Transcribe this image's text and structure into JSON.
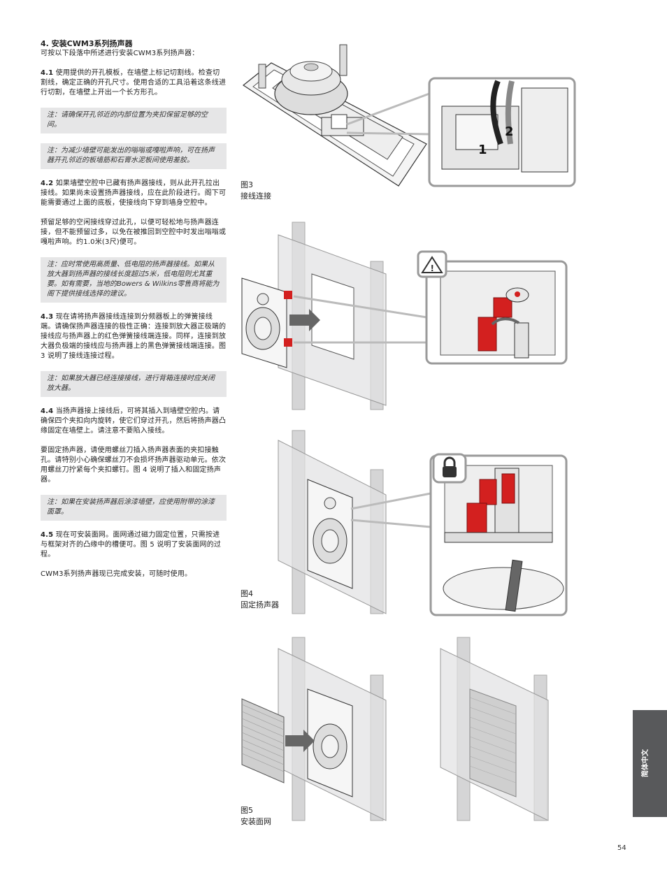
{
  "section": {
    "title": "4. 安装CWM3系列扬声器",
    "intro": "可按以下段落中所述进行安装CWM3系列扬声器："
  },
  "steps": [
    {
      "num": "4.1",
      "text": "使用提供的开孔模板，在墙壁上标记切割线。检查切割线，确定正确的开孔尺寸。使用合适的工具沿着这条线进行切割，在墙壁上开出一个长方形孔。"
    },
    {
      "num": "4.2",
      "text": "如果墙壁空腔中已藏有扬声器接线，则从此开孔拉出接线。如果尚未设置扬声器接线，应在此阶段进行。阁下可能需要通过上面的底板，使接线向下穿到墙身空腔中。"
    },
    {
      "num": "4.3",
      "text": "现在请将扬声器接线连接到分频器板上的弹簧接线端。请确保扬声器连接的极性正确：连接到放大器正极端的接线应与扬声器上的红色弹簧接线端连接。同样，连接到放大器负极端的接线应与扬声器上的黑色弹簧接线端连接。图 3 说明了接线连接过程。"
    },
    {
      "num": "4.4",
      "text": "当扬声器接上接线后，可将其插入到墙壁空腔内。请确保四个夹扣向内旋转，使它们穿过开孔，然后将扬声器凸缘固定在墙壁上。请注意不要陷入接线。"
    },
    {
      "num": "4.5",
      "text": "现在可安装面网。面网通过磁力固定位置，只需按进与框架对齐的凸缘中的槽便可。图 5 说明了安装面网的过程。"
    }
  ],
  "notes": {
    "n1": "注：请确保开孔邻近的内部位置为夹扣保留足够的空间。",
    "n2": "注：为减少墙壁可能发出的嗡嗡或嘎啦声响，可在扬声器开孔邻近的板墙筋和石膏水泥板间使用差胶。",
    "n3": "注：应时常使用高质量、低电阻的扬声器接线。如果从放大器到扬声器的接线长度超过5米，低电阻则尤其重要。如有需要，当地的Bowers & Wilkins零售商将能为阁下提供接线选择的建议。",
    "n4": "注：如果放大器已经连接接线，进行背箱连接时应关闭放大器。",
    "n5": "注：如果在安装扬声器后涂漆墙壁，应使用附带的涂漆面罩。"
  },
  "paras": {
    "wire_slack": "预留足够的空闲接线穿过此孔，以便可轻松地与扬声器连接，但不能预留过多，以免在被推回到空腔中时发出嗡嗡或嘎啦声响。约1.0米(3尺)便可。",
    "fix": "要固定扬声器，请使用螺丝刀插入扬声器表面的夹扣接触孔。请特别小心确保螺丝刀不会损坏扬声器驱动单元。依次用螺丝刀拧紧每个夹扣螺钉。图 4 说明了插入和固定扬声器。",
    "done": "CWM3系列扬声器现已完成安装，可随时使用。"
  },
  "figures": {
    "fig3": {
      "num": "图3",
      "caption": "接线连接",
      "labels": [
        "1",
        "2"
      ]
    },
    "fig4": {
      "num": "图4",
      "caption": "固定扬声器",
      "warning_symbol": "!"
    },
    "fig5": {
      "num": "图5",
      "caption": "安装面网"
    }
  },
  "side_tab": "简体中文",
  "page_number": "54",
  "colors": {
    "red_clip": "#d3201f",
    "gray_tab": "#58595b",
    "note_bg": "#e6e6e7"
  }
}
